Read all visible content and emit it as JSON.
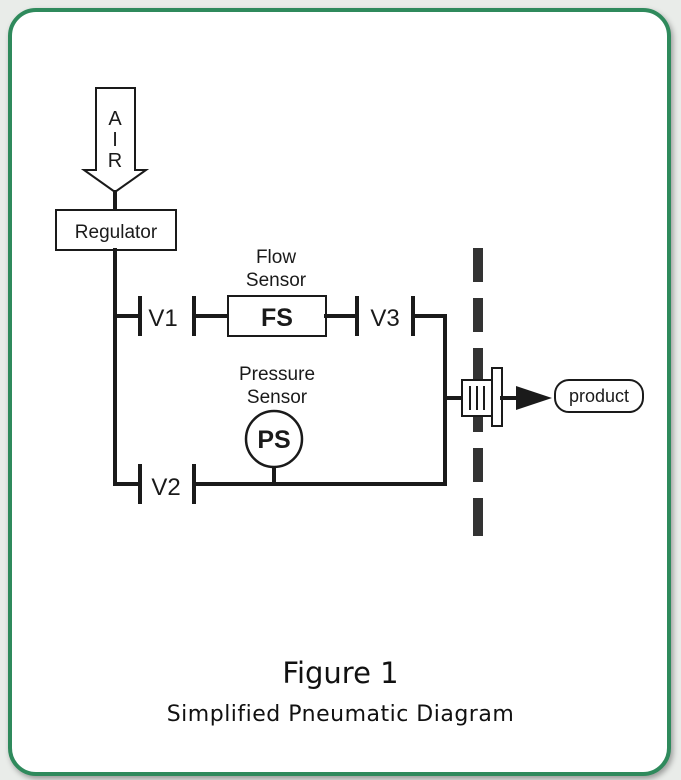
{
  "diagram": {
    "air": [
      "A",
      "I",
      "R"
    ],
    "regulator": "Regulator",
    "valves": {
      "v1": "V1",
      "v2": "V2",
      "v3": "V3"
    },
    "flow_sensor": {
      "label_line1": "Flow",
      "label_line2": "Sensor",
      "abbr": "FS"
    },
    "pressure_sensor": {
      "label_line1": "Pressure",
      "label_line2": "Sensor",
      "abbr": "PS"
    },
    "product": "product"
  },
  "caption": {
    "title": "Figure 1",
    "subtitle": "Simplified Pneumatic Diagram"
  },
  "colors": {
    "frame": "#2f8a5c",
    "ink": "#1a1a1a"
  }
}
